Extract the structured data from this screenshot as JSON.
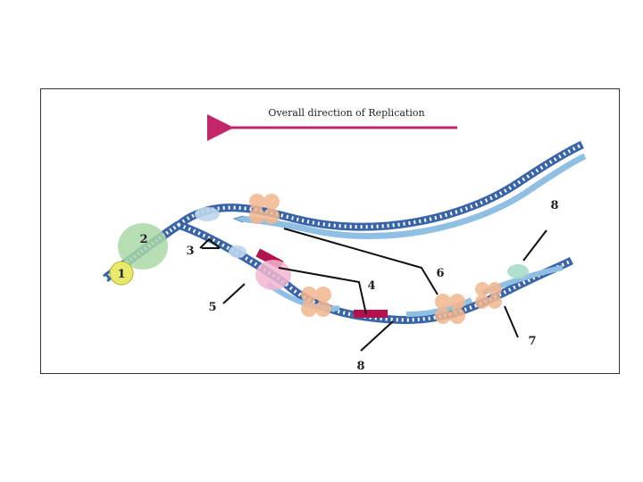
{
  "figure": {
    "title": "Overall direction of Replication",
    "colors": {
      "arrow": "#c2266b",
      "dna_dark": "#3a64a8",
      "dna_light": "#8fc0e3",
      "helicase": "#e8e86a",
      "topoisomerase": "#a9d7a6",
      "polymerase": "#f3b78f",
      "primase": "#f2b6d0",
      "primer": "#b3124e",
      "ligase": "#a8dcc8",
      "ssb": "#bcd6ec"
    },
    "labels": {
      "l1": "1",
      "l2": "2",
      "l3": "3",
      "l4": "4",
      "l5": "5",
      "l6": "6",
      "l7": "7",
      "l8a": "8",
      "l8b": "8"
    }
  }
}
